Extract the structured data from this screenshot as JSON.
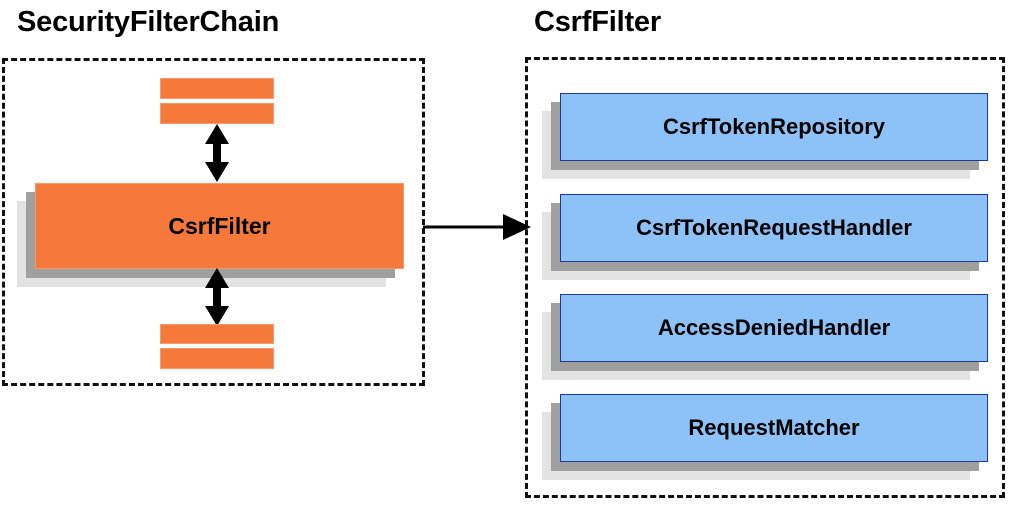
{
  "diagram": {
    "type": "block-diagram",
    "background_color": "#ffffff",
    "palette": {
      "orange_fill": "#f4793b",
      "orange_border": "#f79a6a",
      "blue_fill": "#8cc2f7",
      "blue_border": "#1f3a93",
      "shadow_mid": "#a0a0a0",
      "shadow_back": "#e3e3e3",
      "outline": "#111111",
      "text": "#000000"
    }
  },
  "left_panel": {
    "title": "SecurityFilterChain",
    "main_block_label": "CsrfFilter",
    "filters_above": [
      "",
      ""
    ],
    "filters_below": [
      "",
      ""
    ],
    "arrow_up_label": "",
    "arrow_down_label": ""
  },
  "right_panel": {
    "title": "CsrfFilter",
    "components": [
      {
        "label": "CsrfTokenRepository"
      },
      {
        "label": "CsrfTokenRequestHandler"
      },
      {
        "label": "AccessDeniedHandler"
      },
      {
        "label": "RequestMatcher"
      }
    ]
  },
  "connector": {
    "from": "SecurityFilterChain",
    "to": "CsrfFilter",
    "style": "solid-single-arrow",
    "label": ""
  }
}
